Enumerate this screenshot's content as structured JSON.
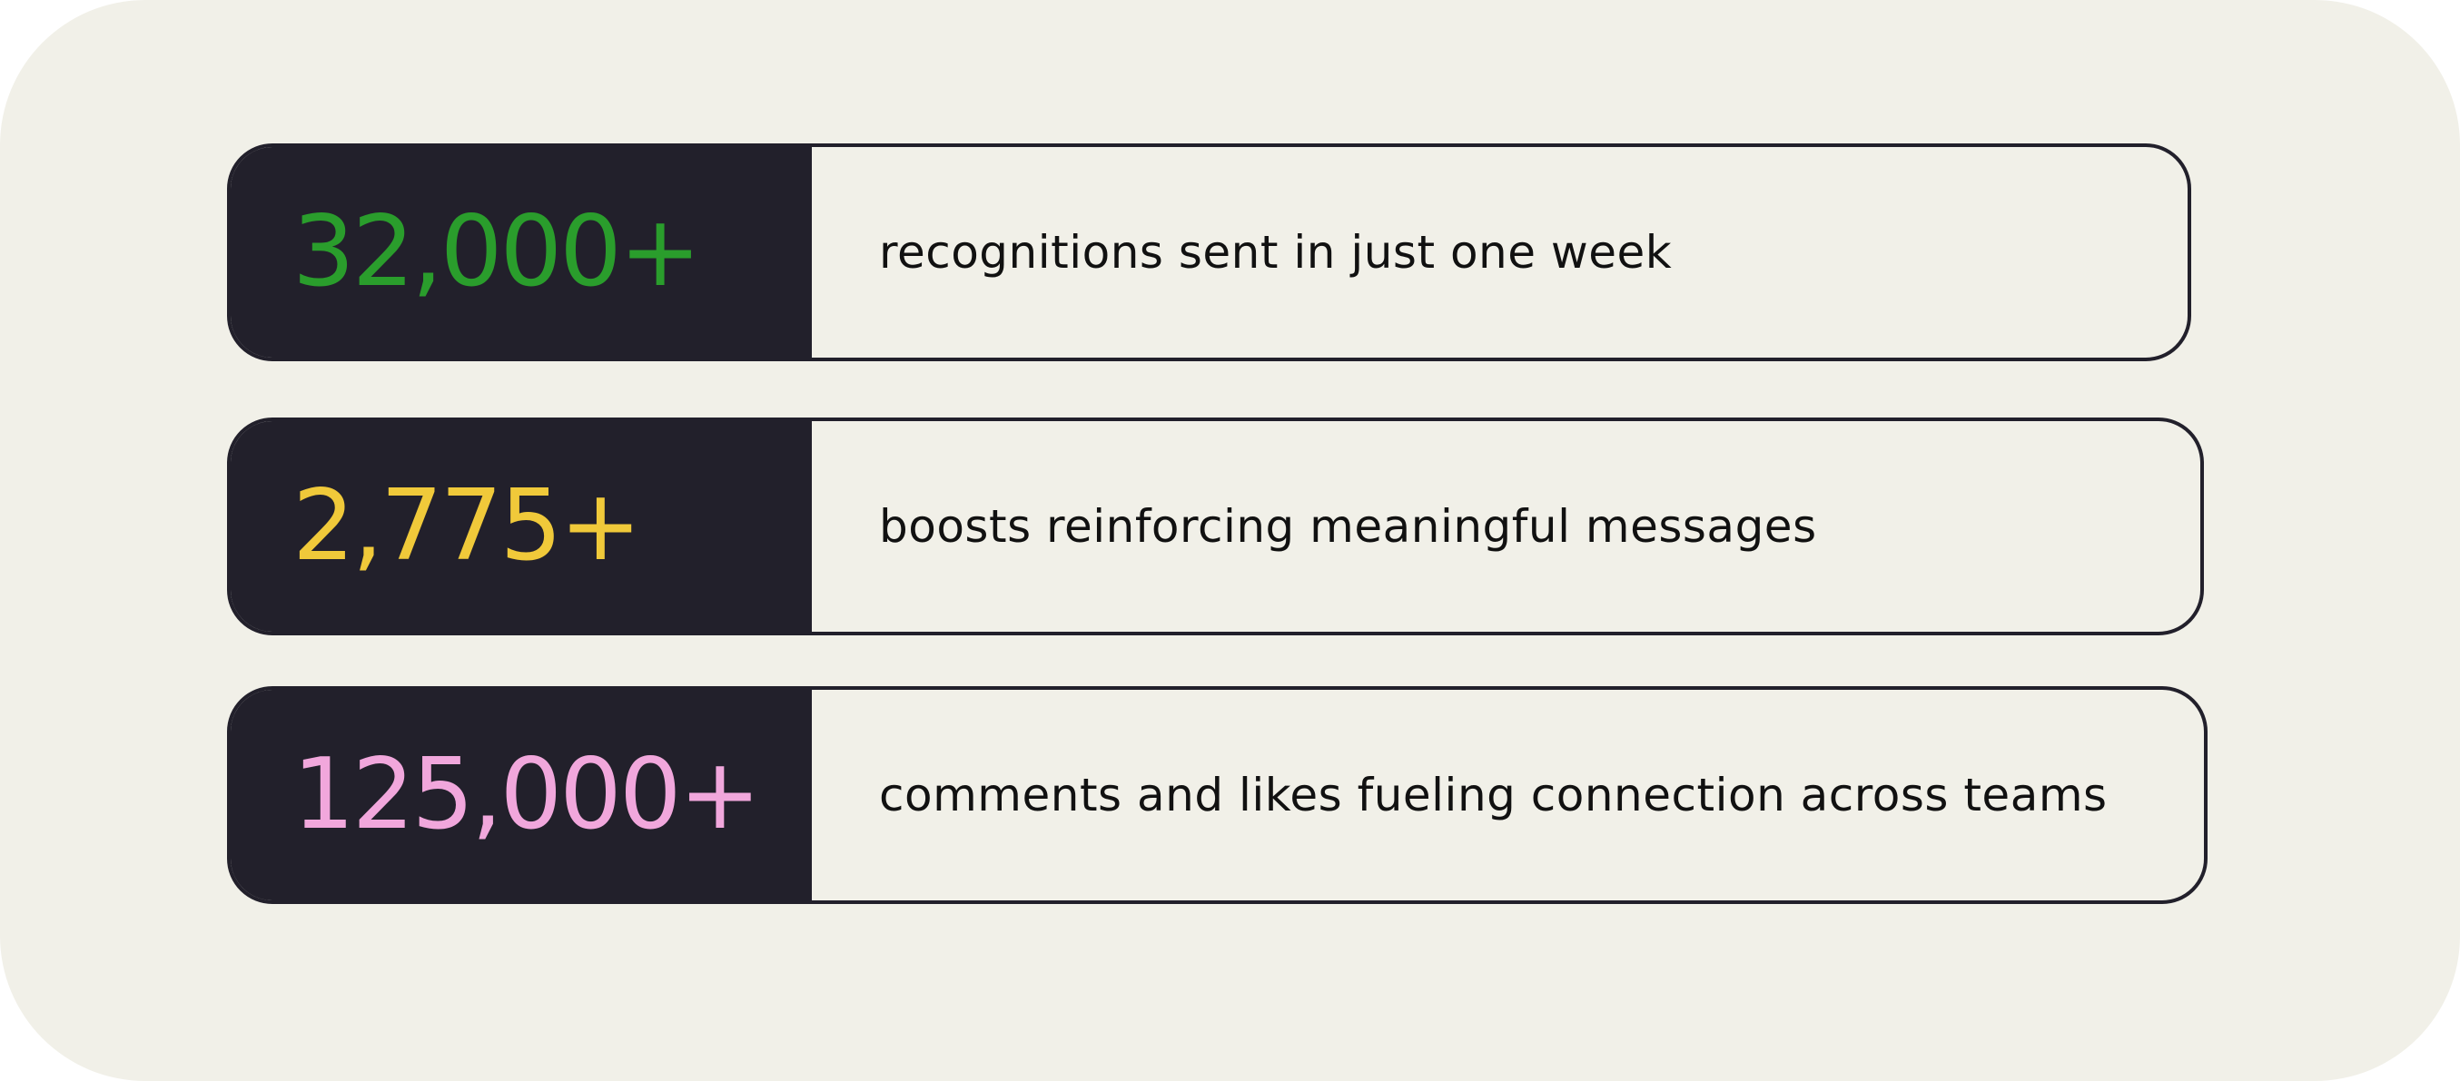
{
  "stats": [
    {
      "value": "32,000+",
      "label": "recognitions sent in just one week",
      "color": "#2a9d2c"
    },
    {
      "value": "2,775+",
      "label": "boosts reinforcing meaningful messages",
      "color": "#f0c93a"
    },
    {
      "value": "125,000+",
      "label": "comments and likes fueling connection across teams",
      "color": "#f1a7dc"
    }
  ],
  "colors": {
    "background": "#f1f0e8",
    "dark": "#22202b"
  }
}
